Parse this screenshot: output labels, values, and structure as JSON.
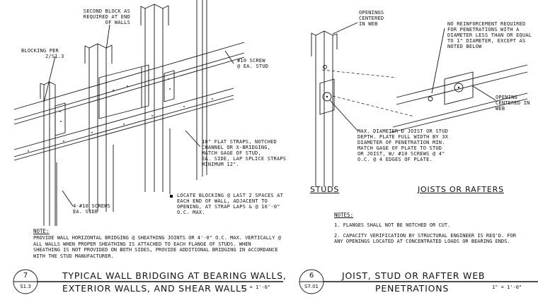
{
  "detail_7": {
    "bubble_number": "7",
    "bubble_sheet": "S1.3",
    "title_line1": "TYPICAL WALL BRIDGING AT BEARING WALLS,",
    "title_line2": "EXTERIOR WALLS, AND SHEAR WALLS",
    "scale": "1\" = 1'-0\"",
    "callouts": {
      "second_block": [
        "SECOND BLOCK AS",
        "REQUIRED AT END",
        "OF WALLS"
      ],
      "blocking_per": [
        "BLOCKING PER",
        "2/S1.3"
      ],
      "screw_stud": [
        "#10 SCREW",
        "@ EA. STUD"
      ],
      "flat_straps": [
        "10\" FLAT STRAPS, NOTCHED",
        "CHANNEL OR X-BRIDGING,",
        "MATCH GAGE OF STUD,",
        "EA. SIDE, LAP SPLICE STRAPS",
        "MINIMUM 12\"."
      ],
      "screws_side": [
        "4-#10 SCREWS",
        "EA. SIDE"
      ],
      "locate_blocking": [
        "LOCATE BLOCKING @ LAST 2 SPACES AT",
        "EACH END OF WALL, ADJACENT TO",
        "OPENING, AT STRAP LAPS & @ 16'-0\"",
        "O.C. MAX."
      ]
    },
    "note_title": "NOTE:",
    "note_lines": [
      "PROVIDE WALL HORIZONTAL BRIDGING @ SHEATHING JOINTS OR 4'-0\" O.C. MAX. VERTICALLY @",
      "ALL WALLS WHEN PROPER SHEATHING IS ATTACHED TO EACH FLANGE OF STUDS. WHEN",
      "SHEATHING IS NOT PROVIDED ON BOTH SIDES, PROVIDE ADDITIONAL BRIDGING IN ACCORDANCE",
      "WITH THE STUD MANUFACTURER."
    ]
  },
  "detail_6": {
    "bubble_number": "6",
    "bubble_sheet": "S7.01",
    "title_line1": "JOIST, STUD OR RAFTER WEB",
    "title_line2": "PENETRATIONS",
    "scale": "1\" = 1'-0\"",
    "sub_studs": "STUDS",
    "sub_joists": "JOISTS OR RAFTERS",
    "callouts": {
      "openings_centered": [
        "OPENINGS",
        "CENTERED",
        "IN WEB"
      ],
      "no_reinforcement": [
        "NO REINFORCEMENT REQUIRED",
        "FOR PENETRATIONS WITH A",
        "DIAMETER  LESS THAN OR EQUAL",
        "TO 1\" DIAMETER, EXCEPT AS",
        "NOTED BELOW"
      ],
      "opening_centered": [
        "OPENING",
        "CENTERED IN",
        "WEB"
      ],
      "max_diameter": [
        "MAX. DIAMETER Ð JOIST OR STUD",
        "DEPTH.  PLATE FULL WIDTH BY 3x",
        "DIAMETER OF PENETRATION MIN.",
        "MATCH GAGE OF PLATE TO STUD",
        "OR JOIST, W/ #10 SCREWS @ 4\"",
        "O.C. @ 4 EDGES OF PLATE."
      ]
    },
    "notes_title": "NOTES:",
    "notes": [
      "1. FLANGES SHALL NOT BE NOTCHED OR CUT.",
      "2. CAPACITY VERIFICATION BY STRUCTURAL ENGINEER IS REQ'D. FOR",
      "ANY OPENINGS LOCATED AT CONCENTRATED LOADS OR BEARING ENDS."
    ]
  }
}
